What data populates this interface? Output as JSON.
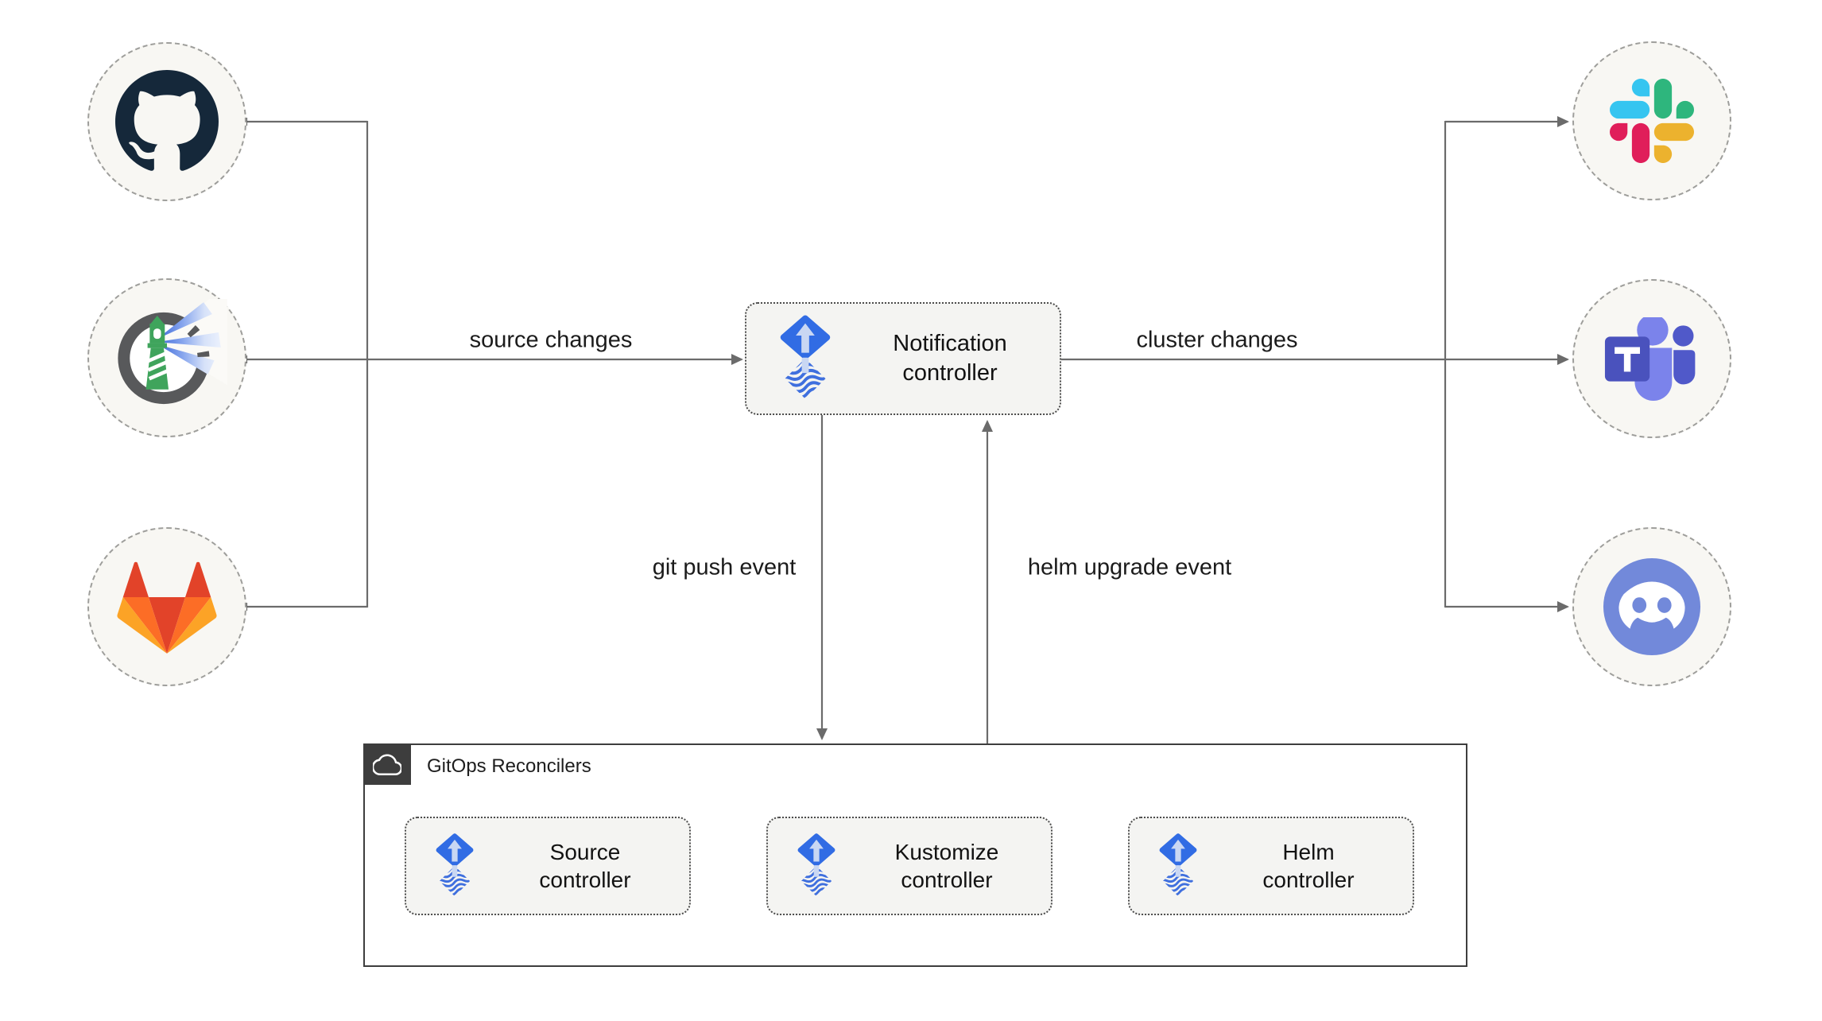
{
  "labels": {
    "notification": "Notification controller",
    "reconcilers_group": "GitOps Reconcilers",
    "source": "Source controller",
    "kustomize": "Kustomize controller",
    "helm": "Helm controller"
  },
  "edges": {
    "source_changes": "source changes",
    "cluster_changes": "cluster changes",
    "git_push_event": "git push event",
    "helm_upgrade_event": "helm upgrade event"
  },
  "icons": {
    "source_1": "github-icon",
    "source_2": "harbor-lighthouse-icon",
    "source_3": "gitlab-icon",
    "controller": "flux-icon",
    "target_1": "slack-icon",
    "target_2": "microsoft-teams-icon",
    "target_3": "discord-icon",
    "reconcilers_badge": "cloud-icon"
  },
  "colors": {
    "background": "#ffffff",
    "connector_line": "#6b6b6b",
    "node_fill": "#f4f4f2",
    "node_border": "#4c4c4c",
    "circle_fill": "#f8f7f3",
    "circle_border": "#9e9e9b",
    "container_border": "#3e3e3e",
    "badge_background": "#3d3d3d",
    "text": "#1b1b1b",
    "flux_blue": "#316ce4",
    "flux_arrow_light": "#c9d7f3",
    "flux_wave_blue": "#3f6fde",
    "github_dark": "#15283a",
    "harbor_green": "#3fa45c",
    "harbor_ring_gray": "#58595b",
    "harbor_beam_blue": "#3a66d8",
    "gitlab_red": "#e24329",
    "gitlab_orange": "#fc6d26",
    "gitlab_yellow": "#fca326",
    "slack_blue": "#36c5f0",
    "slack_green": "#2eb67d",
    "slack_yellow": "#ecb22e",
    "slack_pink": "#e01e5a",
    "teams_indigo": "#4a52bd",
    "teams_light": "#7b83eb",
    "teams_mid": "#5059c9",
    "discord_blurple": "#7289da"
  }
}
